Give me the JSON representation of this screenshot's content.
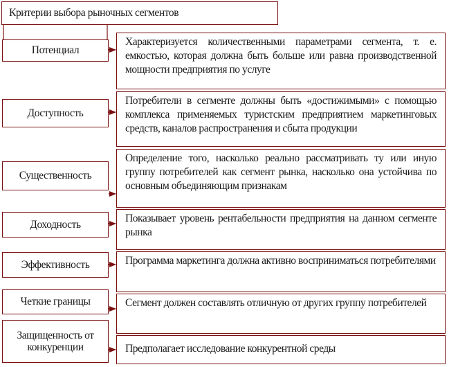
{
  "title": "Критерии выбора рыночных сегментов",
  "criteria": [
    {
      "name": "Потенциал",
      "description": "Характеризуется количественными параметрами сегмента, т. е. емкостью, которая должна быть больше или равна производственной мощности предприятия по услуге"
    },
    {
      "name": "Доступность",
      "description": "Потребители в сегменте должны быть «достижимыми» с помощью комплекса применяемых туристским предприятием маркетинговых средств, каналов распространения и сбыта продукции"
    },
    {
      "name": "Существенность",
      "description": "Определение того, насколько реально рассматривать ту или иную группу потребителей как сегмент рынка, насколько она устойчива по основным объединяющим признакам"
    },
    {
      "name": "Доходность",
      "description": "Показывает уровень рентабельности предприятия на данном сегменте рынка"
    },
    {
      "name": "Эффективность",
      "description": "Программа маркетинга должна активно восприниматься потребителями"
    },
    {
      "name": "Четкие границы",
      "description": "Сегмент должен составлять отличную от других группу потребителей"
    },
    {
      "name": "Защищенность от конкуренции",
      "description": "Предполагает исследование конкурентной среды"
    }
  ],
  "colors": {
    "border": "#7a1010",
    "arrow": "#7a1010",
    "text": "#1a1a1a"
  }
}
